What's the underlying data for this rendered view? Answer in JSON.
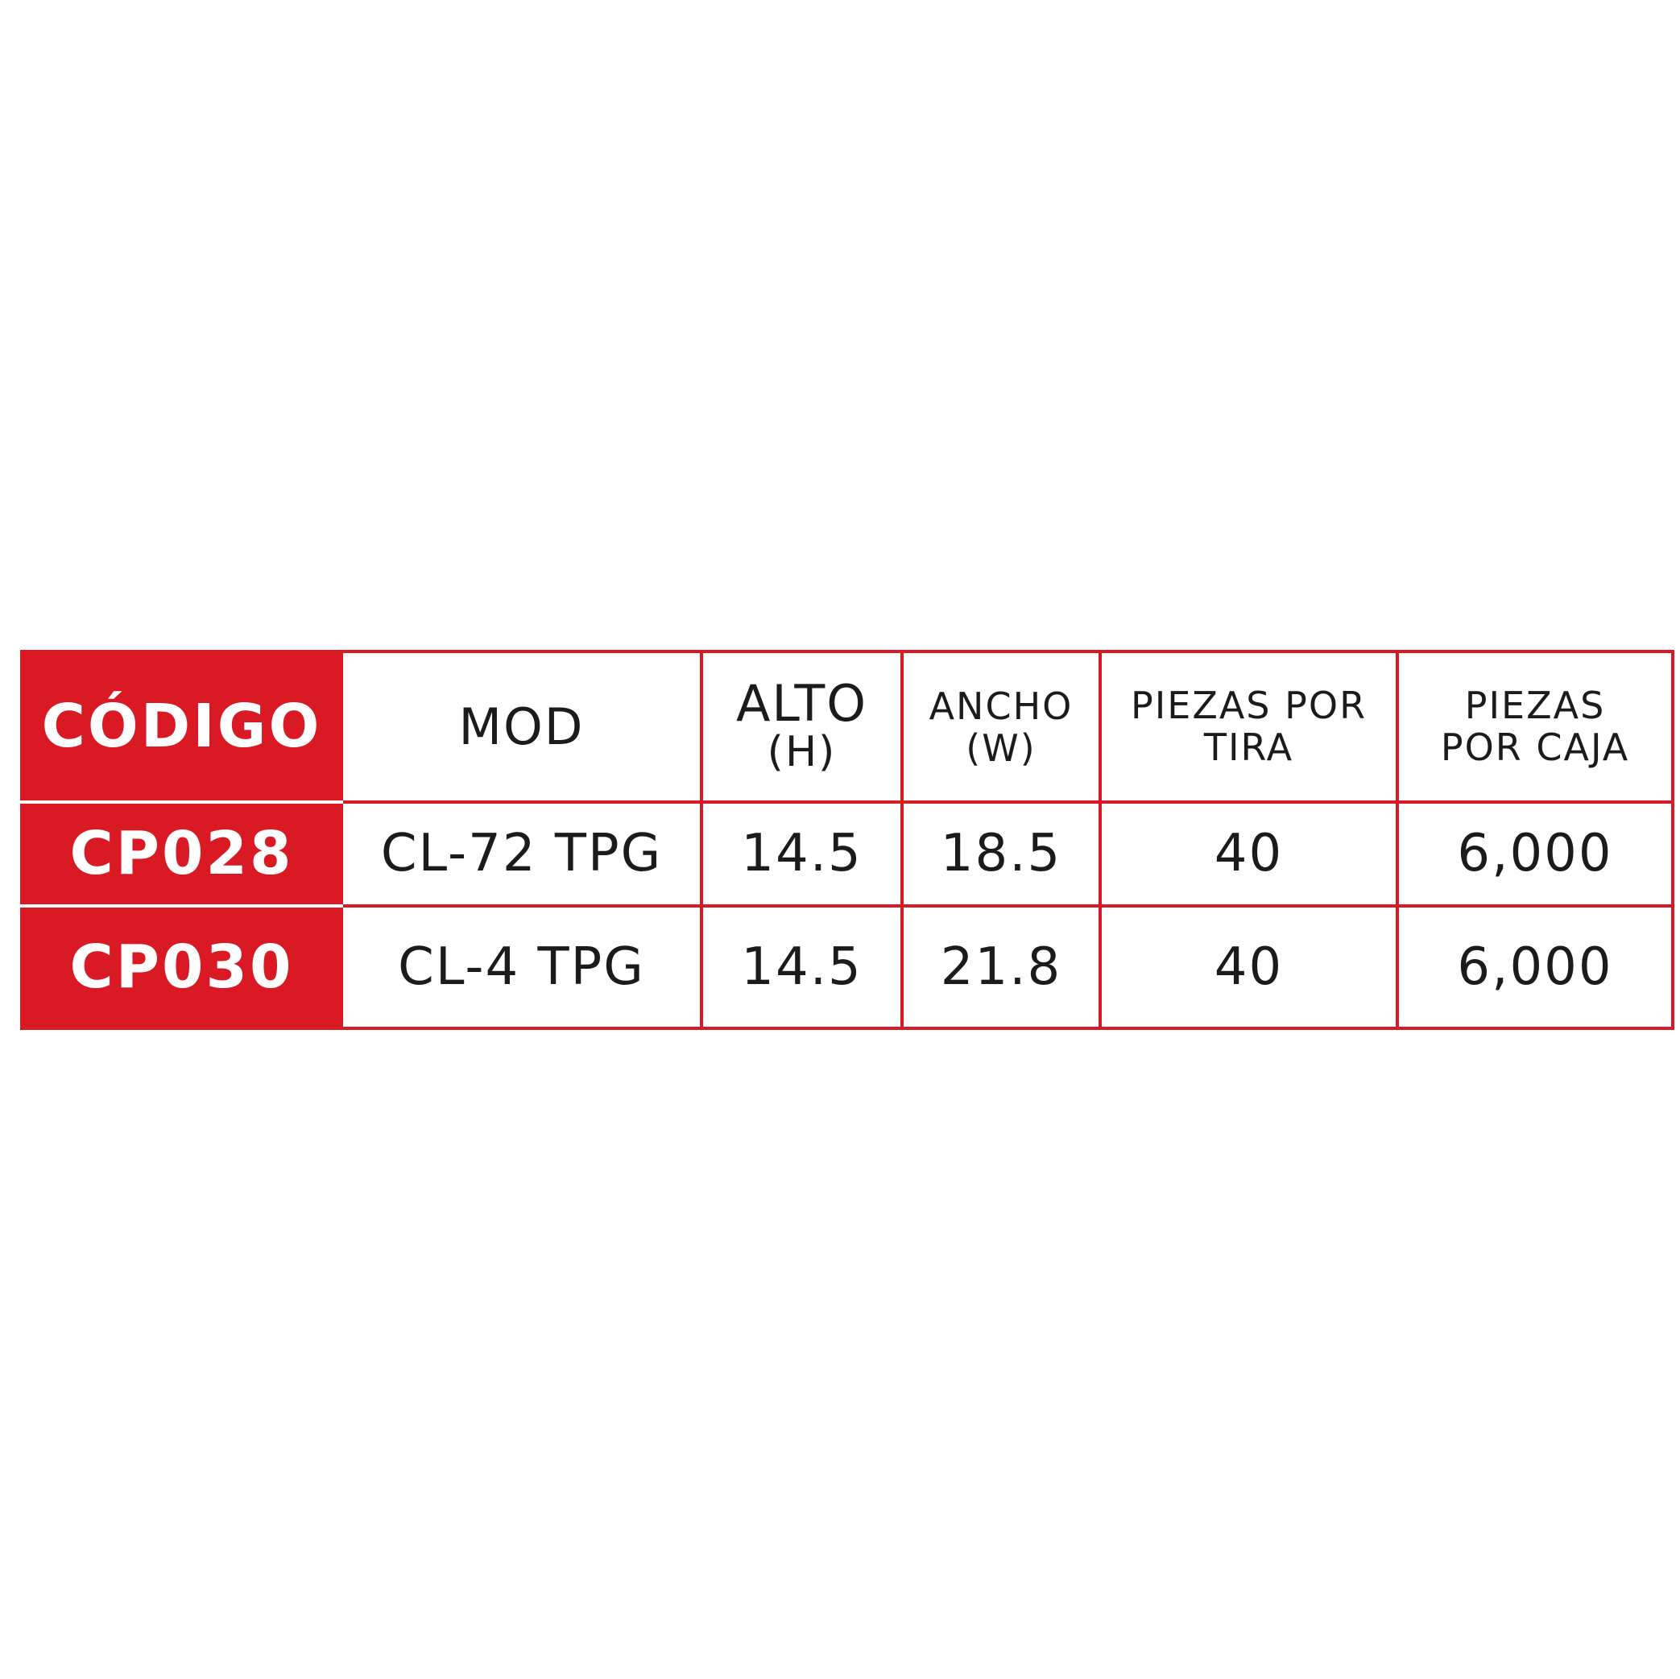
{
  "table": {
    "header": {
      "code": "CÓDIGO",
      "mod": "MOD",
      "alto": "ALTO",
      "alto_unit": "(H)",
      "ancho": "ANCHO",
      "ancho_unit": "(W)",
      "piezas_tira_line1": "PIEZAS POR",
      "piezas_tira_line2": "TIRA",
      "piezas_caja_line1": "PIEZAS",
      "piezas_caja_line2": "POR CAJA"
    },
    "rows": [
      {
        "code": "CP028",
        "mod": "CL-72 TPG",
        "alto": "14.5",
        "ancho": "18.5",
        "piezas_tira": "40",
        "piezas_caja": "6,000"
      },
      {
        "code": "CP030",
        "mod": "CL-4 TPG",
        "alto": "14.5",
        "ancho": "21.8",
        "piezas_tira": "40",
        "piezas_caja": "6,000"
      }
    ]
  },
  "colors": {
    "accent_red": "#d91a25",
    "text_dark": "#1b1b1b",
    "code_text": "#ffffff"
  }
}
